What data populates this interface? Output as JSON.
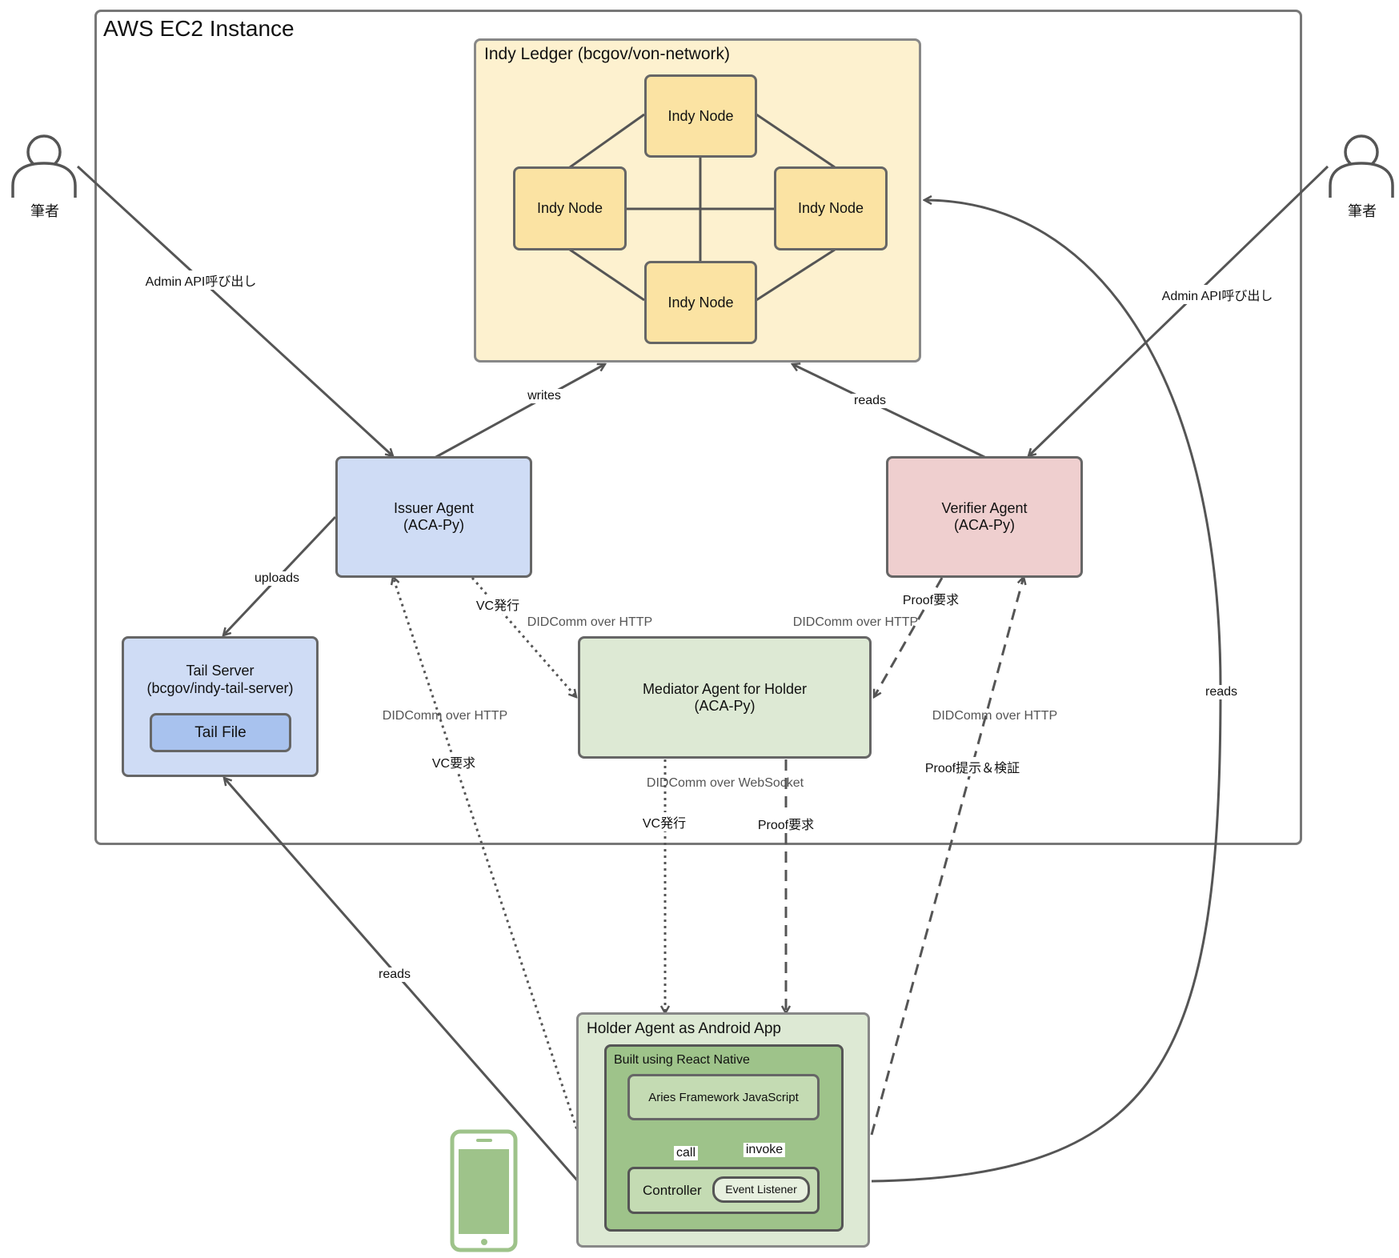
{
  "ec2": {
    "title": "AWS EC2 Instance"
  },
  "ledger": {
    "title": "Indy Ledger (bcgov/von-network)",
    "nodes": [
      "Indy Node",
      "Indy Node",
      "Indy Node",
      "Indy Node"
    ]
  },
  "users": {
    "left_label": "筆者",
    "right_label": "筆者"
  },
  "issuer": {
    "label": "Issuer Agent\n(ACA-Py)"
  },
  "verifier": {
    "label": "Verifier Agent\n(ACA-Py)"
  },
  "tail_server": {
    "label": "Tail Server\n(bcgov/indy-tail-server)",
    "file_label": "Tail File"
  },
  "mediator": {
    "label": "Mediator Agent for Holder\n(ACA-Py)"
  },
  "holder": {
    "title": "Holder Agent as Android App",
    "react_native": "Built using React Native",
    "framework": "Aries Framework JavaScript",
    "controller": "Controller",
    "event_listener": "Event Listener"
  },
  "edges": {
    "admin_api_left": "Admin API呼び出し",
    "admin_api_right": "Admin API呼び出し",
    "writes": "writes",
    "reads_ledger": "reads",
    "uploads": "uploads",
    "vc_issue_top": "VC発行",
    "didcomm_http_issuer": "DIDComm over HTTP",
    "didcomm_http_verifier": "DIDComm over HTTP",
    "proof_request_top": "Proof要求",
    "didcomm_http_vcreq": "DIDComm over HTTP",
    "vc_request": "VC要求",
    "didcomm_http_proof": "DIDComm over HTTP",
    "proof_present": "Proof提示＆検証",
    "didcomm_ws": "DIDComm over WebSocket",
    "vc_issue_bottom": "VC発行",
    "proof_request_bottom": "Proof要求",
    "reads_right": "reads",
    "reads_tail": "reads",
    "call": "call",
    "invoke": "invoke"
  },
  "colors": {
    "ledger_bg": "#fdf1cf",
    "node_bg": "#fbe3a3",
    "issuer_bg": "#cfdcf5",
    "verifier_bg": "#efcfcf",
    "mediator_bg": "#dde9d4",
    "react_native_bg": "#9ec38a",
    "phone": "#9ec38a"
  }
}
